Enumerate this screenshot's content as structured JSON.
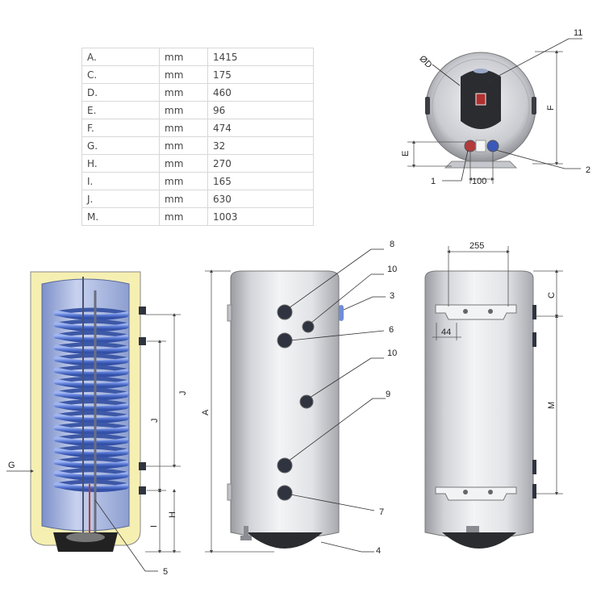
{
  "table": {
    "rows": [
      {
        "key": "A.",
        "unit": "mm",
        "value": "1415"
      },
      {
        "key": "C.",
        "unit": "mm",
        "value": "175"
      },
      {
        "key": "D.",
        "unit": "mm",
        "value": "460"
      },
      {
        "key": "E.",
        "unit": "mm",
        "value": "96"
      },
      {
        "key": "F.",
        "unit": "mm",
        "value": "474"
      },
      {
        "key": "G.",
        "unit": "mm",
        "value": "32"
      },
      {
        "key": "H.",
        "unit": "mm",
        "value": "270"
      },
      {
        "key": "I.",
        "unit": "mm",
        "value": "165"
      },
      {
        "key": "J.",
        "unit": "mm",
        "value": "630"
      },
      {
        "key": "M.",
        "unit": "mm",
        "value": "1003"
      }
    ]
  },
  "top_view": {
    "d_label": "ØD",
    "f_label": "F",
    "e_label": "E",
    "n1": "1",
    "n2": "2",
    "n11": "11",
    "width_100": "100"
  },
  "section_view": {
    "g_label": "G",
    "j_label": "J",
    "j_inner": "J",
    "h_label": "H",
    "i_label": "I",
    "n5": "5"
  },
  "front_view": {
    "a_label": "A",
    "n8": "8",
    "n10a": "10",
    "n3": "3",
    "n6": "6",
    "n10b": "10",
    "n9": "9",
    "n7": "7",
    "n4": "4"
  },
  "back_view": {
    "w255": "255",
    "w44": "44",
    "c_label": "C",
    "m_label": "M"
  },
  "colors": {
    "insulation": "#f6efb2",
    "tank_inner": "#b9c6e6",
    "coil": "#5a7ad6",
    "shell": "#d9dadd",
    "port": "#2f3440"
  }
}
